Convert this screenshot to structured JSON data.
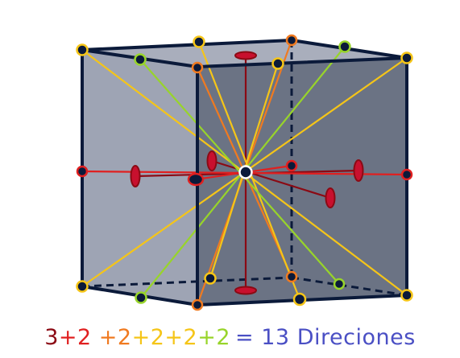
{
  "colors": {
    "edge": "#0b1a3a",
    "face_left": "#9ea4b4",
    "face_front": "#6b7384",
    "face_top": "#9aa0b0",
    "background": "#ffffff",
    "dark_red": "#8b0a14",
    "red": "#e02020",
    "orange": "#f07a20",
    "yellow": "#f5c518",
    "lime": "#98d42a",
    "blue": "#4a4fc4"
  },
  "caption": {
    "parts": [
      {
        "text": "3",
        "color": "#8b0a14"
      },
      {
        "text": "+2",
        "color": "#e02020"
      },
      {
        "text": " +2",
        "color": "#f07a20"
      },
      {
        "text": "+2",
        "color": "#f5c518"
      },
      {
        "text": "+2",
        "color": "#f5c518"
      },
      {
        "text": "+2",
        "color": "#98d42a"
      },
      {
        "text": "= 13 Direciones",
        "color": "#4a4fc4"
      }
    ]
  }
}
